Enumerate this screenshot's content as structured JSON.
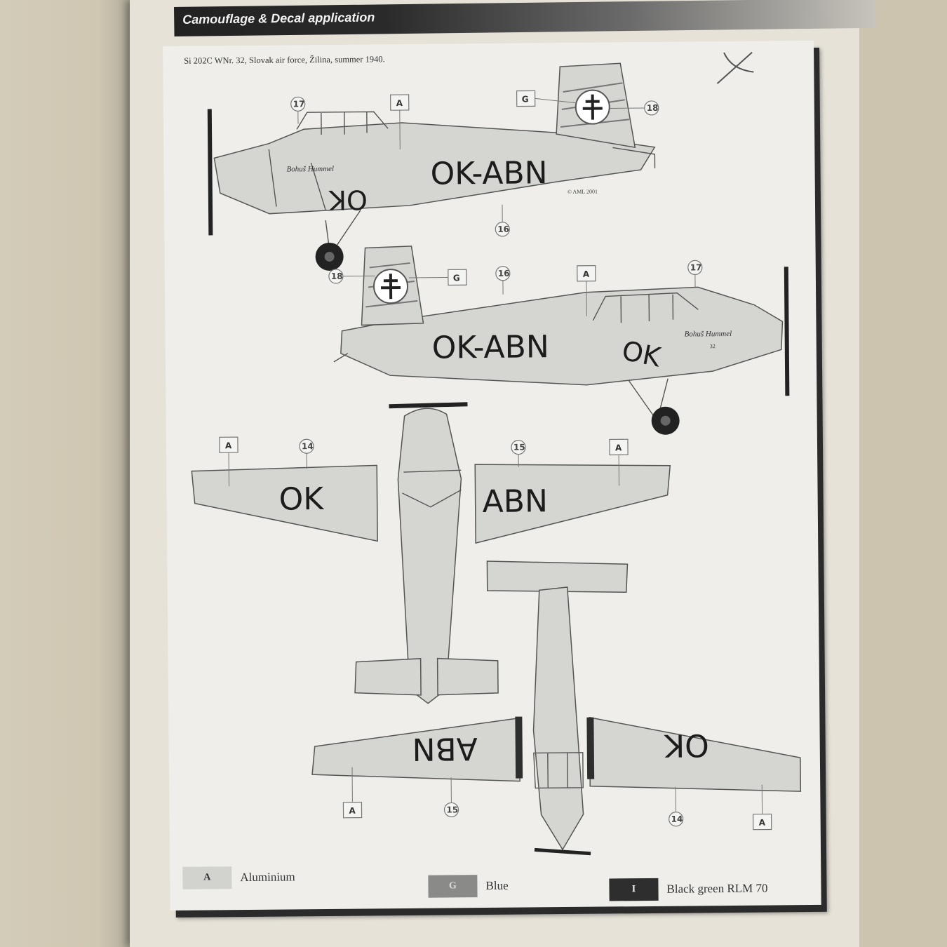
{
  "header": {
    "title": "Camouflage  &  Decal application"
  },
  "panel": {
    "caption": "Si 202C WNr. 32, Slovak air force, Žilina, summer 1940."
  },
  "registration": {
    "full": "OK-ABN",
    "left": "OK",
    "right": "ABN"
  },
  "callouts": {
    "c17": "17",
    "c18": "18",
    "c16": "16",
    "c14": "14",
    "c15": "15",
    "a": "A",
    "g": "G"
  },
  "small_text": {
    "copyright": "© AML 2001",
    "script1": "Bohuš Hummel",
    "nose_code": "32"
  },
  "legend": [
    {
      "code": "A",
      "name": "Aluminium",
      "color": "#d2d2cf",
      "code_color": "#333333"
    },
    {
      "code": "G",
      "name": "Blue",
      "color": "#8a8a88",
      "code_color": "#dddddd"
    },
    {
      "code": "I",
      "name": "Black green RLM 70",
      "color": "#2e2e2e",
      "code_color": "#eeeeee"
    }
  ]
}
